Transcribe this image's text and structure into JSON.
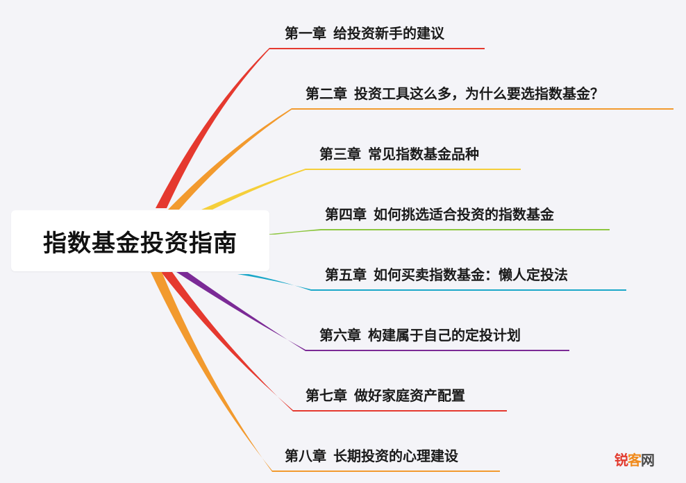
{
  "title": "指数基金投资指南",
  "chapters": [
    {
      "num": "第一章",
      "title": "给投资新手的建议",
      "color": "#e5392f"
    },
    {
      "num": "第二章",
      "title": "投资工具这么多，为什么要选指数基金？",
      "color": "#f29a2e"
    },
    {
      "num": "第三章",
      "title": "常见指数基金品种",
      "color": "#f5cf3a"
    },
    {
      "num": "第四章",
      "title": "如何挑选适合投资的指数基金",
      "color": "#8dc63f"
    },
    {
      "num": "第五章",
      "title": "如何买卖指数基金：懒人定投法",
      "color": "#1aa7c8"
    },
    {
      "num": "第六章",
      "title": "构建属于自己的定投计划",
      "color": "#7b2a96"
    },
    {
      "num": "第七章",
      "title": "做好家庭资产配置",
      "color": "#e5392f"
    },
    {
      "num": "第八章",
      "title": "长期投资的心理建设",
      "color": "#f29a2e"
    }
  ],
  "watermark": {
    "part1": "锐",
    "part2": "客",
    "part3": "网"
  }
}
